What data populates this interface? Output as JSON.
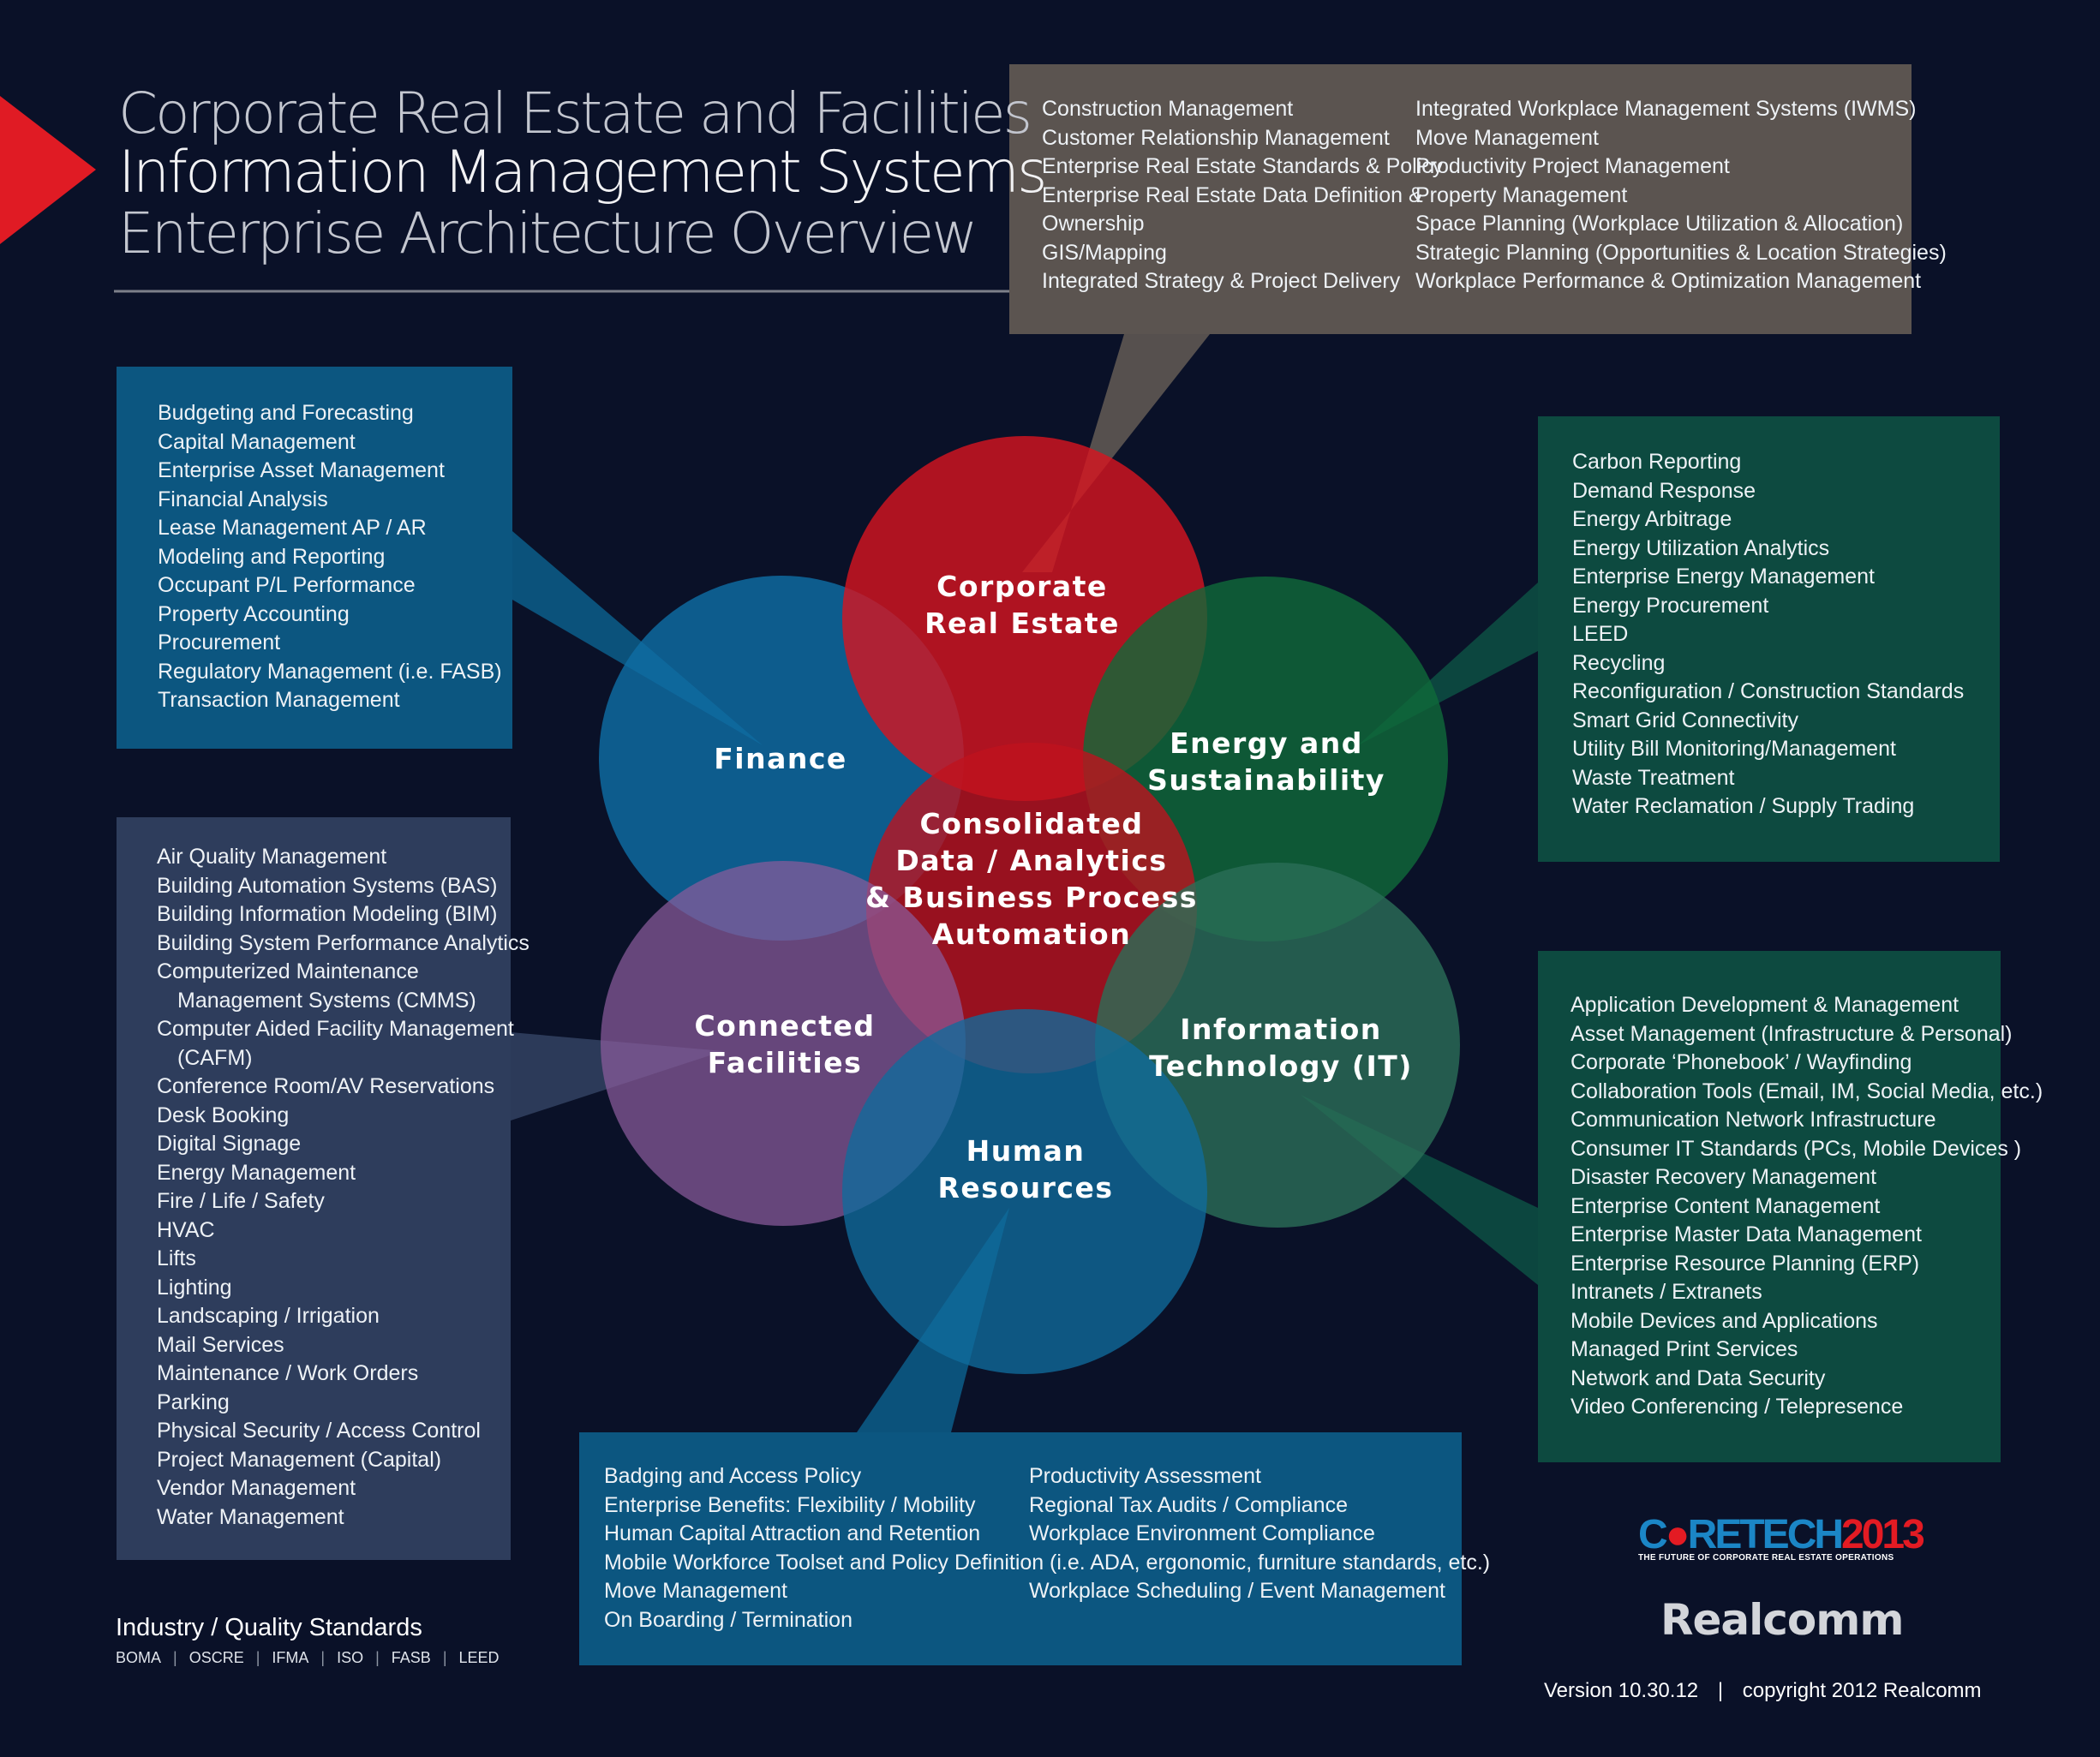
{
  "title": {
    "line1": "Corporate Real Estate and Facilities",
    "line2": "Information Management Systems",
    "line3": "Enterprise Architecture Overview"
  },
  "circles": {
    "corporate_real_estate": [
      "Corporate",
      "Real Estate"
    ],
    "finance": [
      "Finance"
    ],
    "energy": [
      "Energy and",
      "Sustainability"
    ],
    "center": [
      "Consolidated",
      "Data / Analytics",
      "& Business Process",
      "Automation"
    ],
    "connected_facilities": [
      "Connected",
      "Facilities"
    ],
    "information_technology": [
      "Information",
      "Technology (IT)"
    ],
    "human_resources": [
      "Human",
      "Resources"
    ]
  },
  "boxes": {
    "corporate_real_estate": {
      "col1": [
        "Construction Management",
        "Customer Relationship Management",
        "Enterprise Real Estate Standards & Policy",
        "Enterprise Real Estate Data Definition &",
        "Ownership",
        "GIS/Mapping",
        "Integrated Strategy & Project Delivery"
      ],
      "col2": [
        "Integrated Workplace Management  Systems (IWMS)",
        "Move Management",
        "Productivity Project Management",
        "Property Management",
        "Space Planning (Workplace Utilization & Allocation)",
        "Strategic Planning (Opportunities & Location Strategies)",
        "Workplace Performance & Optimization Management"
      ]
    },
    "finance": [
      "Budgeting and Forecasting",
      "Capital Management",
      "Enterprise Asset Management",
      "Financial Analysis",
      "Lease Management AP / AR",
      "Modeling and Reporting",
      "Occupant P/L Performance",
      "Property Accounting",
      "Procurement",
      "Regulatory Management (i.e. FASB)",
      "Transaction Management"
    ],
    "energy": [
      "Carbon Reporting",
      "Demand Response",
      "Energy Arbitrage",
      "Energy Utilization Analytics",
      "Enterprise Energy Management",
      "Energy Procurement",
      "LEED",
      "Recycling",
      "Reconfiguration / Construction Standards",
      "Smart Grid Connectivity",
      "Utility Bill Monitoring/Management",
      "Waste Treatment",
      "Water Reclamation / Supply Trading"
    ],
    "connected_facilities": [
      "Air Quality Management",
      "Building Automation Systems (BAS)",
      "Building Information Modeling (BIM)",
      "Building System Performance Analytics",
      "Computerized Maintenance",
      "Management Systems (CMMS)",
      "Computer Aided Facility Management",
      "(CAFM)",
      "Conference Room/AV Reservations",
      "Desk Booking",
      "Digital Signage",
      "Energy Management",
      "Fire / Life / Safety",
      "HVAC",
      "Lifts",
      "Lighting",
      "Landscaping / Irrigation",
      "Mail Services",
      "Maintenance / Work Orders",
      "Parking",
      "Physical Security / Access Control",
      "Project Management (Capital)",
      "Vendor Management",
      "Water Management"
    ],
    "information_technology": [
      "Application Development & Management",
      "Asset Management (Infrastructure & Personal)",
      "Corporate ‘Phonebook’ / Wayfinding",
      "Collaboration Tools (Email, IM, Social Media, etc.)",
      "Communication Network Infrastructure",
      "Consumer IT Standards (PCs, Mobile Devices )",
      "Disaster Recovery Management",
      "Enterprise Content Management",
      "Enterprise Master Data Management",
      "Enterprise Resource Planning (ERP)",
      "Intranets / Extranets",
      "Mobile Devices and Applications",
      "Managed Print Services",
      "Network and Data Security",
      "Video Conferencing / Telepresence"
    ],
    "human_resources": {
      "col1": [
        "Badging and Access Policy",
        "Enterprise Benefits: Flexibility / Mobility",
        "Human Capital Attraction and Retention",
        "Mobile Workforce Toolset and Policy Definition",
        "Move Management",
        "On Boarding / Termination"
      ],
      "col2": [
        "Productivity Assessment",
        "Regional Tax Audits / Compliance",
        "Workplace Environment Compliance",
        "(i.e. ADA, ergonomic, furniture standards, etc.)",
        "Workplace Scheduling / Event Management"
      ]
    }
  },
  "standards": {
    "title": "Industry / Quality Standards",
    "items": [
      "BOMA",
      "OSCRE",
      "IFMA",
      "ISO",
      "FASB",
      "LEED"
    ]
  },
  "branding": {
    "coretech_a": "C",
    "coretech_b": "RETECH",
    "coretech_c": "2013",
    "coretech_tagline": "THE FUTURE OF CORPORATE REAL ESTATE OPERATIONS",
    "realcomm": "Realcomm",
    "version": "Version 10.30.12",
    "copyright": "copyright 2012 Realcomm"
  },
  "colors": {
    "background": "#0a1128",
    "red": "#d8141f",
    "finance_blue": "#0f6da3",
    "energy_green": "#0f6a3a",
    "purple": "#8a5b9b",
    "it_green": "#2a6e58",
    "hr_blue": "#0f6b9c",
    "box_brown": "#5b5450",
    "box_navy": "#2e3d5c",
    "box_blue": "#0c5680",
    "box_teal": "#0d4a40"
  }
}
